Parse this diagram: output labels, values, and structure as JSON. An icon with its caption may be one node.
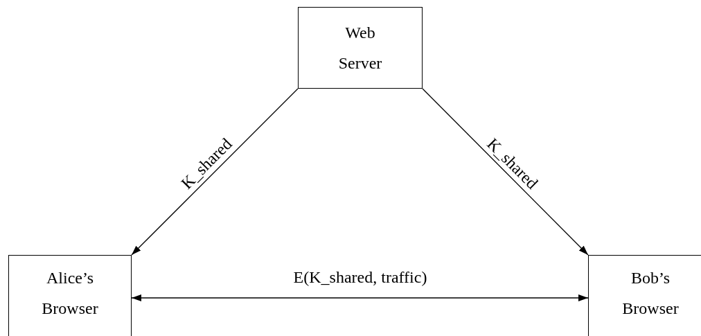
{
  "diagram": {
    "nodes": [
      {
        "text": [
          "Web Server"
        ]
      },
      {
        "text": [
          "Alice’s Browser"
        ]
      },
      {
        "text": [
          "Bob’s Browser"
        ]
      }
    ],
    "edges": [
      {
        "from": 0,
        "to": 1,
        "arrow": "to",
        "label": "K_shared"
      },
      {
        "from": 0,
        "to": 2,
        "arrow": "to",
        "label": "K_shared"
      },
      {
        "from": 1,
        "to": 2,
        "arrow": "both",
        "label": "E(K_shared, traffic)"
      }
    ]
  }
}
